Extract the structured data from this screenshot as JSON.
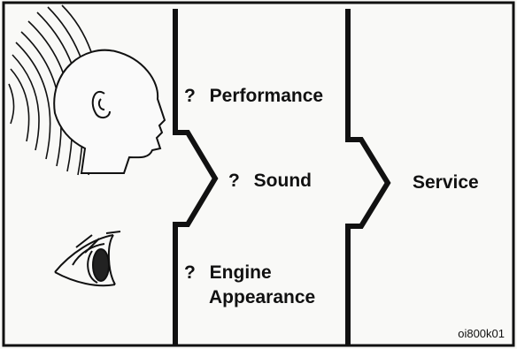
{
  "diagram": {
    "check_mark": "?",
    "inputs": {
      "performance": "Performance",
      "sound": "Sound",
      "engine": "Engine",
      "appearance": "Appearance"
    },
    "output": "Service",
    "reference_code": "oi800k01",
    "icons": [
      "listening-head-icon",
      "eye-icon"
    ]
  }
}
